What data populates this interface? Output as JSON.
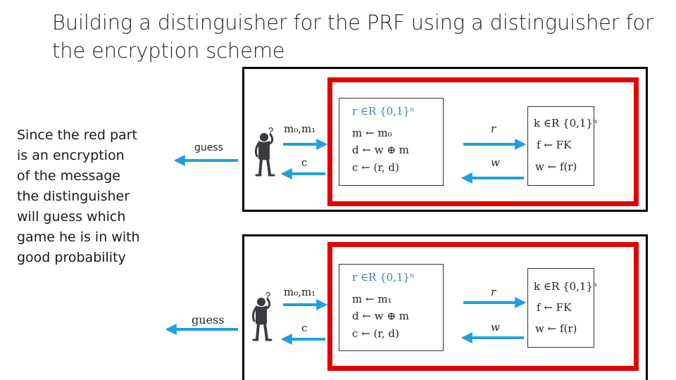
{
  "title": "Building a distinguisher for the PRF using a distinguisher for the encryption scheme",
  "side_text": "Since the red part is an encryption of the message the distinguisher will guess which game he is in with good probability",
  "top": {
    "guess": "guess",
    "msg_label": "m₀,m₁",
    "c_label": "c",
    "r_label": "r",
    "w_label": "w",
    "enc_lines": [
      "r ∈R {0,1}ⁿ",
      "m ← m₀",
      "d ← w ⊕ m",
      "c ← (r, d)"
    ],
    "prf_lines": [
      "k ∈R {0,1}ⁿ",
      "f ← FK",
      "w ← f(r)"
    ]
  },
  "bottom": {
    "guess": "guess",
    "msg_label": "m₀,m₁",
    "c_label": "c",
    "r_label": "r",
    "w_label": "w",
    "enc_lines": [
      "r ∈R {0,1}ⁿ",
      "m ← m₁",
      "d ← w ⊕ m",
      "c ← (r, d)"
    ],
    "prf_lines": [
      "k ∈R {0,1}ⁿ",
      "f ← FK",
      "w ← f(r)"
    ]
  },
  "colors": {
    "frame_red": "#e00000",
    "arrow_blue": "#1ea0e0",
    "accent_blue": "#3b7fc4"
  },
  "icons": [
    "thinking-person-icon"
  ]
}
